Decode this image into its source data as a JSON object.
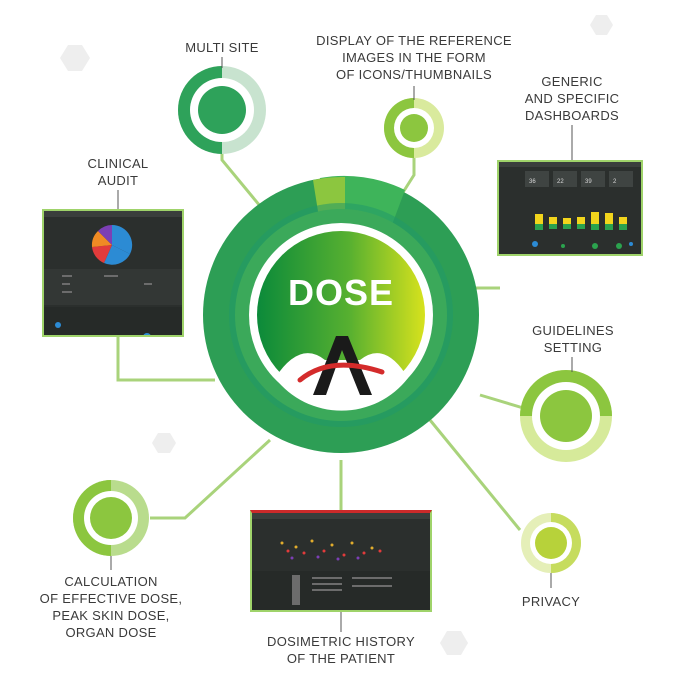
{
  "center": {
    "title": "DOSE",
    "colors": {
      "ring_dark": "#2e9a4e",
      "ring_mid": "#3caa57",
      "ring_light": "#8cc63f",
      "inner_dark": "#0b8a3a",
      "inner_light": "#d7e21d",
      "logo_red": "#d42b2b",
      "logo_black": "#1a1a1a"
    }
  },
  "nodes": [
    {
      "id": "multi-site",
      "lines": [
        "MULTI SITE"
      ]
    },
    {
      "id": "reference-images",
      "lines": [
        "DISPLAY OF THE REFERENCE",
        "IMAGES IN THE FORM",
        "OF ICONS/THUMBNAILS"
      ]
    },
    {
      "id": "dashboards",
      "lines": [
        "GENERIC",
        "AND SPECIFIC",
        "DASHBOARDS"
      ]
    },
    {
      "id": "clinical-audit",
      "lines": [
        "CLINICAL",
        "AUDIT"
      ]
    },
    {
      "id": "guidelines",
      "lines": [
        "GUIDELINES",
        "SETTING"
      ]
    },
    {
      "id": "privacy",
      "lines": [
        "PRIVACY"
      ]
    },
    {
      "id": "dosimetric-history",
      "lines": [
        "DOSIMETRIC HISTORY",
        "OF THE PATIENT"
      ]
    },
    {
      "id": "effective-dose",
      "lines": [
        "CALCULATION",
        "OF EFFECTIVE DOSE,",
        "PEAK SKIN DOSE,",
        "ORGAN DOSE"
      ]
    }
  ],
  "dashboard_screen": {
    "kpis": [
      "36",
      "22",
      "39",
      "2"
    ]
  },
  "icons": [
    "hexagon-icon",
    "target-ring-icon"
  ]
}
